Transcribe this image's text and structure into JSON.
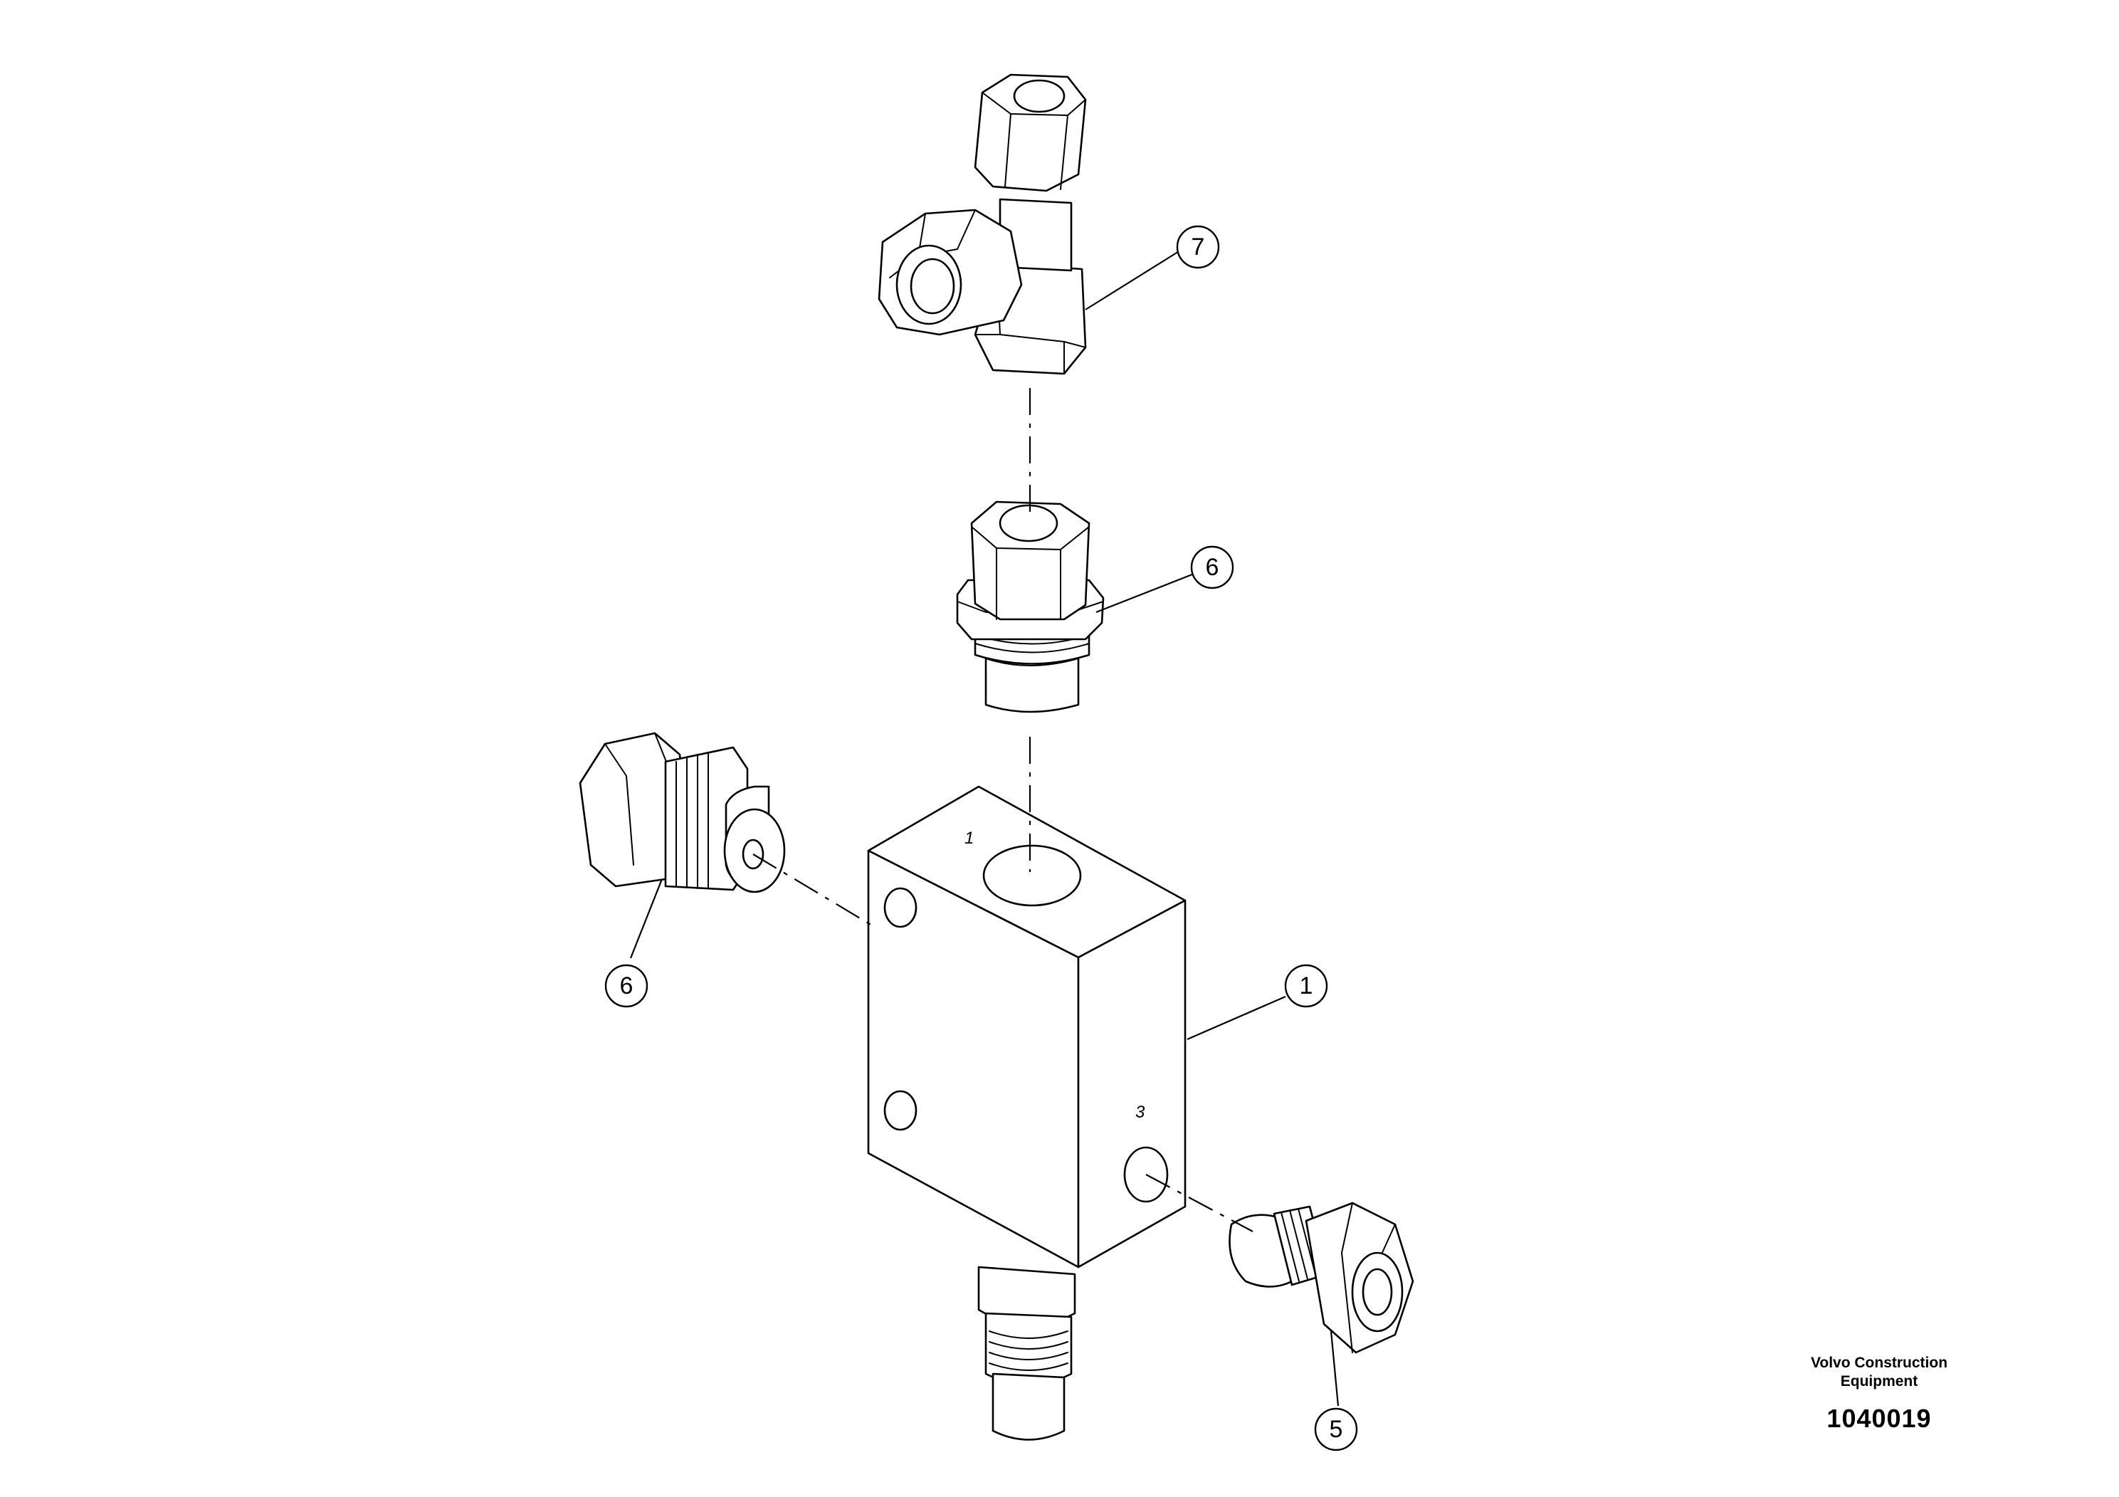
{
  "callouts": [
    {
      "id": "callout-7",
      "label": "7"
    },
    {
      "id": "callout-6-top",
      "label": "6"
    },
    {
      "id": "callout-6-left",
      "label": "6"
    },
    {
      "id": "callout-1",
      "label": "1"
    },
    {
      "id": "callout-5",
      "label": "5"
    }
  ],
  "port_marks": {
    "port_top": "1",
    "port_bottom": "3"
  },
  "footer": {
    "company_line1": "Volvo Construction",
    "company_line2": "Equipment",
    "drawing_number": "1040019"
  },
  "colors": {
    "line": "#000000",
    "background": "#ffffff"
  }
}
